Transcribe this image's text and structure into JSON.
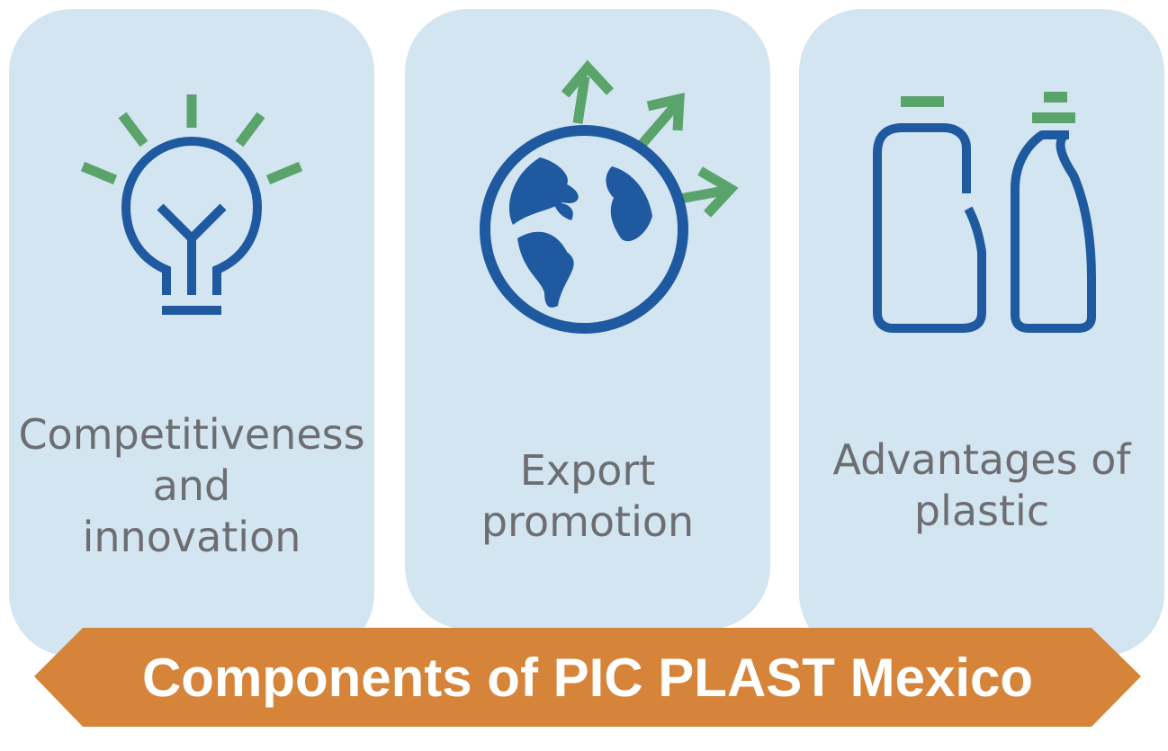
{
  "cards": [
    {
      "label_lines": [
        "Competitiveness",
        "and",
        "innovation"
      ],
      "icon": "lightbulb-icon"
    },
    {
      "label_lines": [
        "Export",
        "promotion"
      ],
      "icon": "globe-arrows-icon"
    },
    {
      "label_lines": [
        "Advantages of",
        "plastic"
      ],
      "icon": "plastic-bottles-icon"
    }
  ],
  "banner": {
    "title": "Components of PIC PLAST Mexico"
  },
  "colors": {
    "card": "#d3e5f1",
    "icon_blue": "#1f5aa0",
    "accent_green": "#5aa46c",
    "banner_orange": "#d6843a",
    "text_gray": "#6d6e71"
  }
}
